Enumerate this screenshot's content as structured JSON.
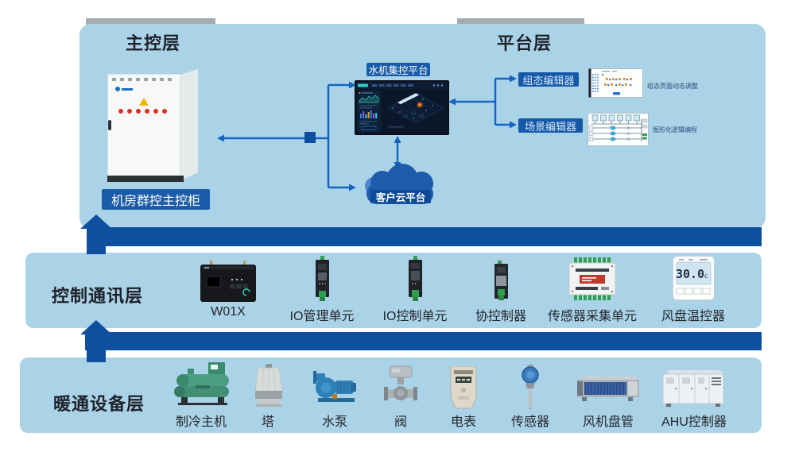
{
  "colors": {
    "panel": "#abd3e8",
    "bar": "#0e4f9f",
    "accent": "#1a5ca9",
    "line": "#1565c0",
    "tab_grey": "#a7aaac"
  },
  "sections": {
    "master": {
      "title": "主控层"
    },
    "platform": {
      "title": "平台层"
    },
    "control": {
      "title": "控制通讯层"
    },
    "equipment": {
      "title": "暖通设备层"
    }
  },
  "master_layer": {
    "cabinet_label": "机房群控主控柜",
    "monitor_label": "水机集控平台",
    "cloud_label": "客户云平台"
  },
  "platform_layer": {
    "editors": [
      {
        "label": "组态编辑器",
        "caption": "组态页面动态调整"
      },
      {
        "label": "场景编辑器",
        "caption": "图形化逻辑编程"
      }
    ]
  },
  "control_layer": {
    "devices": [
      {
        "name": "W01X"
      },
      {
        "name": "IO管理单元"
      },
      {
        "name": "IO控制单元"
      },
      {
        "name": "协控制器"
      },
      {
        "name": "传感器采集单元"
      },
      {
        "name": "风盘温控器"
      }
    ],
    "thermostat_reading": "30.0",
    "thermostat_unit": "c"
  },
  "equipment_layer": {
    "devices": [
      {
        "name": "制冷主机"
      },
      {
        "name": "塔"
      },
      {
        "name": "水泵"
      },
      {
        "name": "阀"
      },
      {
        "name": "电表"
      },
      {
        "name": "传感器"
      },
      {
        "name": "风机盘管"
      },
      {
        "name": "AHU控制器"
      }
    ]
  }
}
